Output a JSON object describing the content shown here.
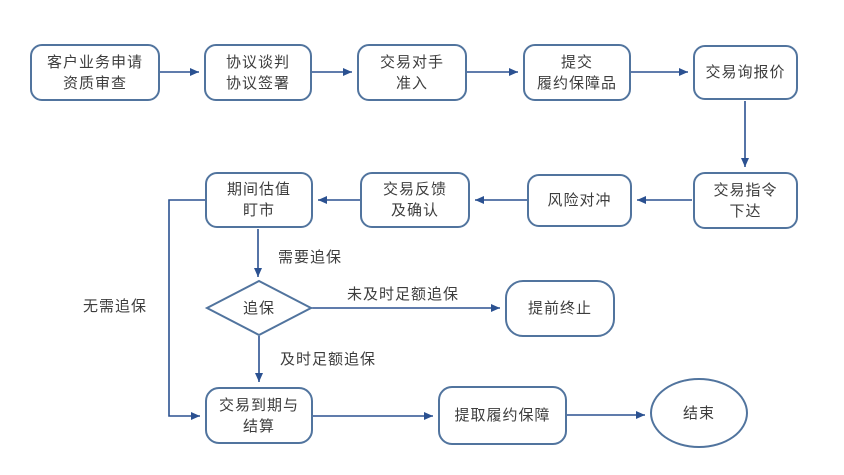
{
  "diagram": {
    "type": "flowchart",
    "colors": {
      "background": "#ffffff",
      "node_border": "#51749e",
      "node_fill": "#ffffff",
      "arrow": "#2b5191",
      "text": "#3d3d3d"
    },
    "nodes": {
      "apply": {
        "shape": "rounded-rect",
        "lines": [
          "客户业务申请",
          "资质审查"
        ]
      },
      "negotiate": {
        "shape": "rounded-rect",
        "lines": [
          "协议谈判",
          "协议签署"
        ]
      },
      "access": {
        "shape": "rounded-rect",
        "lines": [
          "交易对手",
          "准入"
        ]
      },
      "collateral": {
        "shape": "rounded-rect",
        "lines": [
          "提交",
          "履约保障品"
        ]
      },
      "quote": {
        "shape": "rounded-rect",
        "lines": [
          "交易询报价"
        ]
      },
      "order": {
        "shape": "rounded-rect",
        "lines": [
          "交易指令",
          "下达"
        ]
      },
      "hedge": {
        "shape": "rounded-rect",
        "lines": [
          "风险对冲"
        ]
      },
      "feedback": {
        "shape": "rounded-rect",
        "lines": [
          "交易反馈",
          "及确认"
        ]
      },
      "valuation": {
        "shape": "rounded-rect",
        "lines": [
          "期间估值",
          "盯市"
        ]
      },
      "margin_decision": {
        "shape": "diamond",
        "lines": [
          "追保"
        ]
      },
      "terminate": {
        "shape": "rounded-rect",
        "lines": [
          "提前终止"
        ]
      },
      "settle": {
        "shape": "rounded-rect",
        "lines": [
          "交易到期与",
          "结算"
        ]
      },
      "withdraw": {
        "shape": "rounded-rect",
        "lines": [
          "提取履约保障"
        ]
      },
      "end": {
        "shape": "ellipse",
        "lines": [
          "结束"
        ]
      }
    },
    "edge_labels": {
      "need_margin": "需要追保",
      "no_margin": "无需追保",
      "late_margin": "未及时足额追保",
      "timely_margin": "及时足额追保"
    }
  }
}
